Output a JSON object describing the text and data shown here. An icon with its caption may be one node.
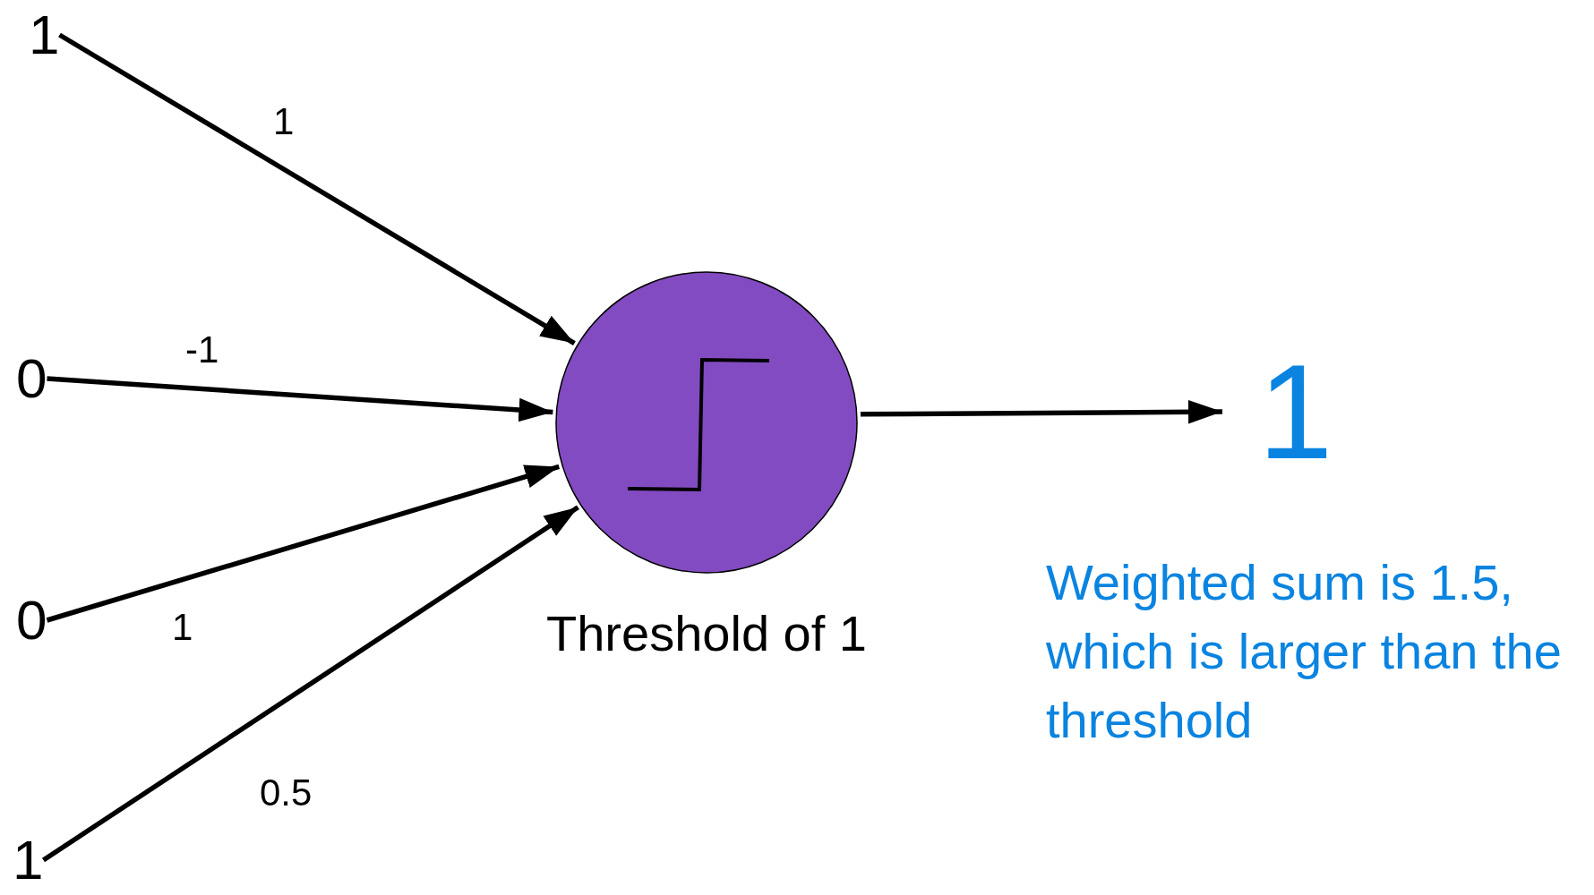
{
  "diagram": {
    "nodes": [
      {
        "text": [
          "1"
        ]
      },
      {
        "text": [
          "0"
        ]
      },
      {
        "text": [
          "0"
        ]
      },
      {
        "text": [
          "1"
        ]
      },
      {
        "text": [],
        "shape": "circle",
        "beside": [
          "Threshold of 1"
        ]
      },
      {
        "text": [
          "1"
        ]
      }
    ],
    "edges": [
      {
        "from": 0,
        "to": 4,
        "arrow": "to",
        "label": "1"
      },
      {
        "from": 1,
        "to": 4,
        "arrow": "to",
        "label": "-1"
      },
      {
        "from": 2,
        "to": 4,
        "arrow": "to",
        "label": "1"
      },
      {
        "from": 3,
        "to": 4,
        "arrow": "to",
        "label": "0.5"
      },
      {
        "from": 4,
        "to": 5,
        "arrow": "to"
      }
    ],
    "labels": [
      "Weighted sum is 1.5, which is larger than the threshold"
    ]
  }
}
